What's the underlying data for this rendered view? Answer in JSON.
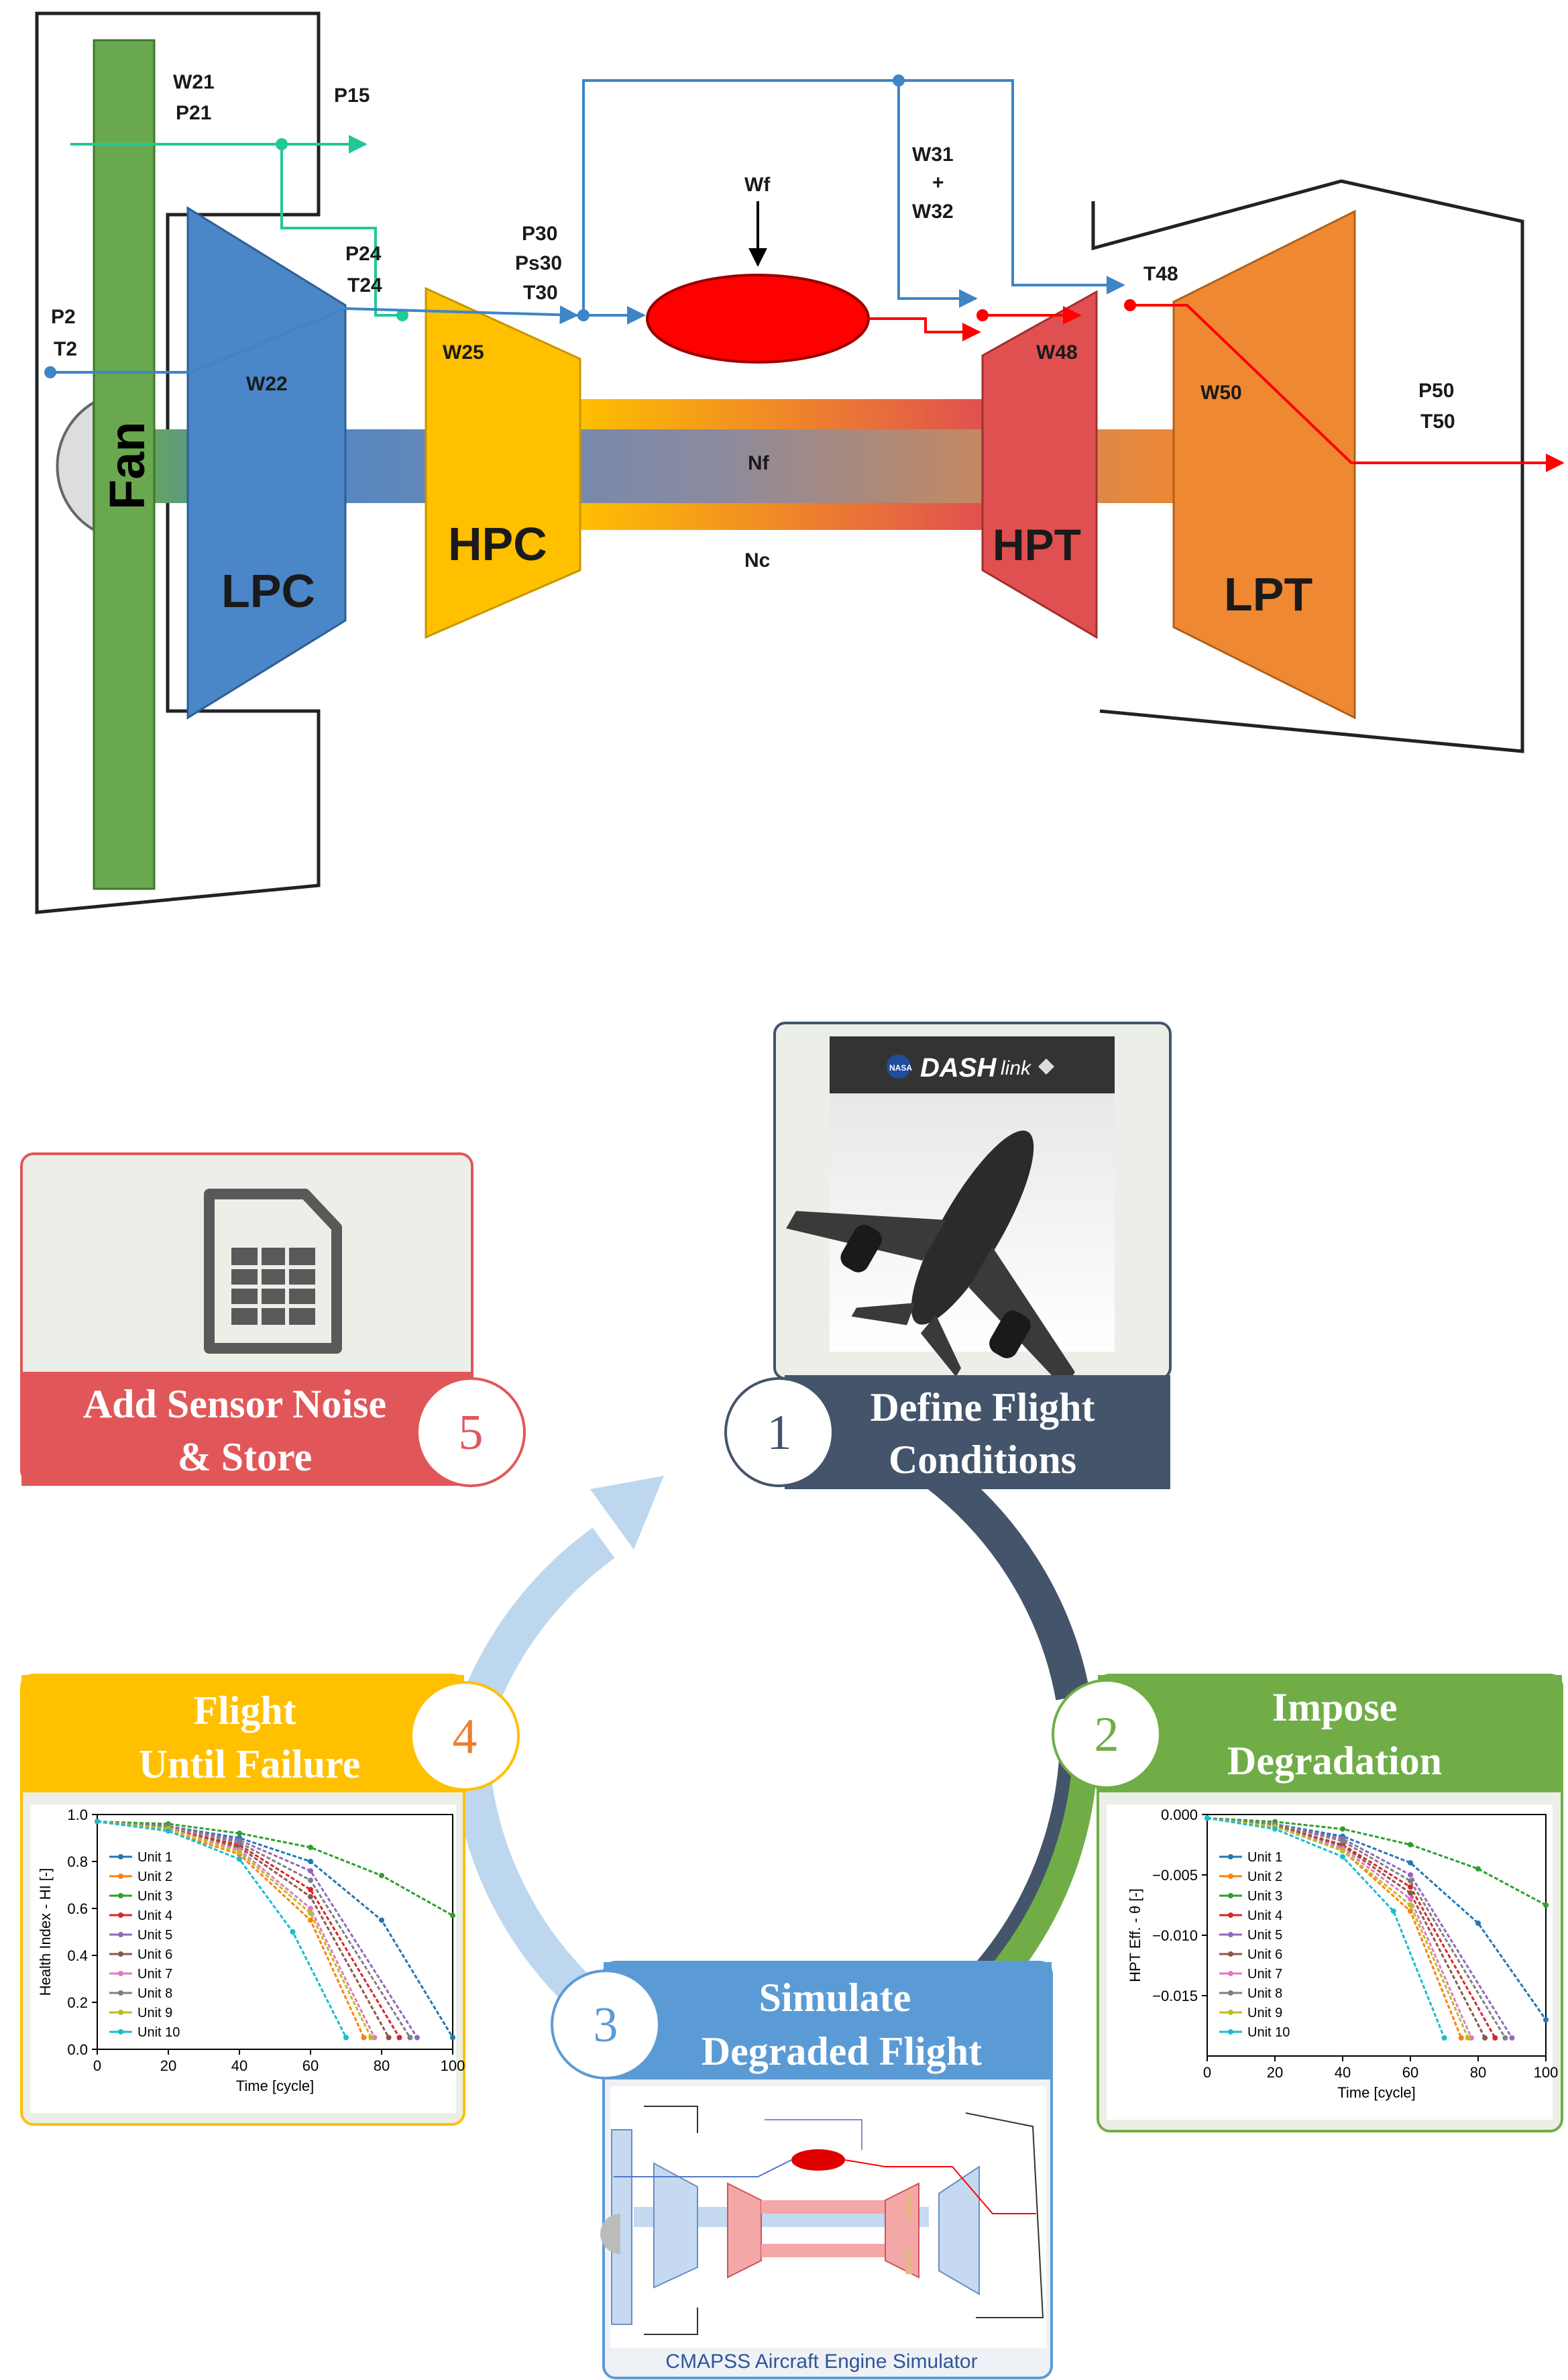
{
  "engine": {
    "components": {
      "fan": "Fan",
      "lpc": "LPC",
      "hpc": "HPC",
      "hpt": "HPT",
      "lpt": "LPT"
    },
    "stations": {
      "w21": "W21",
      "p21": "P21",
      "p15": "P15",
      "p2": "P2",
      "t2": "T2",
      "w22": "W22",
      "p24": "P24",
      "t24": "T24",
      "w25": "W25",
      "p30": "P30",
      "ps30": "Ps30",
      "t30": "T30",
      "wf": "Wf",
      "w31": "W31",
      "plus": "+",
      "w32": "W32",
      "t48": "T48",
      "w48": "W48",
      "w50": "W50",
      "p50": "P50",
      "t50": "T50",
      "nf": "Nf",
      "nc": "Nc"
    },
    "colors": {
      "fan": "#6aa84f",
      "lpc": "#4a86c8",
      "hpc": "#ffc000",
      "hpt": "#e05050",
      "lpt": "#ee8833",
      "combustor": "#ff0000",
      "bleed_line": "#3d85c6",
      "inlet_line": "#20c997",
      "exhaust_line": "#ff0000"
    }
  },
  "cycle": {
    "steps": [
      {
        "number": "1",
        "title_line1": "Define Flight",
        "title_line2": "Conditions",
        "color": "#44546a"
      },
      {
        "number": "2",
        "title_line1": "Impose",
        "title_line2": "Degradation",
        "color": "#70ad47"
      },
      {
        "number": "3",
        "title_line1": "Simulate",
        "title_line2": "Degraded Flight",
        "color": "#5b9bd5"
      },
      {
        "number": "4",
        "title_line1": "Flight",
        "title_line2": "Until Failure",
        "color": "#ffc000"
      },
      {
        "number": "5",
        "title_line1": "Add Sensor Noise",
        "title_line2": "& Store",
        "color": "#e15759"
      }
    ],
    "dashlink": {
      "brand": "DASH",
      "suffix": "link",
      "agency": "NASA"
    },
    "simulator_caption": "CMAPSS Aircraft Engine Simulator",
    "spreadsheet_icon": "spreadsheet-icon",
    "airplane_image": "airplane-photo"
  },
  "chart_data": [
    {
      "type": "line",
      "xlabel": "Time [cycle]",
      "ylabel": "Health Index - HI [-]",
      "xlim": [
        0,
        100
      ],
      "ylim": [
        0,
        1.0
      ],
      "xticks": [
        "0",
        "20",
        "40",
        "60",
        "80",
        "100"
      ],
      "yticks": [
        "0.0",
        "0.2",
        "0.4",
        "0.6",
        "0.8",
        "1.0"
      ],
      "legend_position": "left",
      "series": [
        {
          "name": "Unit 1",
          "color": "#1f77b4",
          "values": [
            [
              0,
              0.97
            ],
            [
              20,
              0.95
            ],
            [
              40,
              0.9
            ],
            [
              60,
              0.8
            ],
            [
              80,
              0.55
            ],
            [
              100,
              0.05
            ]
          ]
        },
        {
          "name": "Unit 2",
          "color": "#ff7f0e",
          "values": [
            [
              0,
              0.97
            ],
            [
              20,
              0.93
            ],
            [
              40,
              0.83
            ],
            [
              60,
              0.55
            ],
            [
              75,
              0.05
            ]
          ]
        },
        {
          "name": "Unit 3",
          "color": "#2ca02c",
          "values": [
            [
              0,
              0.97
            ],
            [
              20,
              0.96
            ],
            [
              40,
              0.92
            ],
            [
              60,
              0.86
            ],
            [
              80,
              0.74
            ],
            [
              100,
              0.57
            ]
          ]
        },
        {
          "name": "Unit 4",
          "color": "#d62728",
          "values": [
            [
              0,
              0.97
            ],
            [
              20,
              0.94
            ],
            [
              40,
              0.87
            ],
            [
              60,
              0.68
            ],
            [
              85,
              0.05
            ]
          ]
        },
        {
          "name": "Unit 5",
          "color": "#9467bd",
          "values": [
            [
              0,
              0.97
            ],
            [
              20,
              0.95
            ],
            [
              40,
              0.89
            ],
            [
              60,
              0.76
            ],
            [
              90,
              0.05
            ]
          ]
        },
        {
          "name": "Unit 6",
          "color": "#8c564b",
          "values": [
            [
              0,
              0.97
            ],
            [
              20,
              0.94
            ],
            [
              40,
              0.86
            ],
            [
              60,
              0.65
            ],
            [
              82,
              0.05
            ]
          ]
        },
        {
          "name": "Unit 7",
          "color": "#e377c2",
          "values": [
            [
              0,
              0.97
            ],
            [
              20,
              0.94
            ],
            [
              40,
              0.85
            ],
            [
              60,
              0.6
            ],
            [
              78,
              0.05
            ]
          ]
        },
        {
          "name": "Unit 8",
          "color": "#7f7f7f",
          "values": [
            [
              0,
              0.97
            ],
            [
              20,
              0.95
            ],
            [
              40,
              0.88
            ],
            [
              60,
              0.72
            ],
            [
              88,
              0.05
            ]
          ]
        },
        {
          "name": "Unit 9",
          "color": "#bcbd22",
          "values": [
            [
              0,
              0.97
            ],
            [
              20,
              0.94
            ],
            [
              40,
              0.84
            ],
            [
              60,
              0.58
            ],
            [
              77,
              0.05
            ]
          ]
        },
        {
          "name": "Unit 10",
          "color": "#17becf",
          "values": [
            [
              0,
              0.97
            ],
            [
              20,
              0.93
            ],
            [
              40,
              0.81
            ],
            [
              55,
              0.5
            ],
            [
              70,
              0.05
            ]
          ]
        }
      ]
    },
    {
      "type": "line",
      "xlabel": "Time [cycle]",
      "ylabel": "HPT Eff. - θ [-]",
      "xlim": [
        0,
        100
      ],
      "ylim": [
        -0.02,
        0.0
      ],
      "xticks": [
        "0",
        "20",
        "40",
        "60",
        "80",
        "100"
      ],
      "yticks": [
        "0.000",
        "−0.005",
        "−0.010",
        "−0.015"
      ],
      "legend_position": "left",
      "series": [
        {
          "name": "Unit 1",
          "color": "#1f77b4",
          "values": [
            [
              0,
              -0.0003
            ],
            [
              20,
              -0.0008
            ],
            [
              40,
              -0.0018
            ],
            [
              60,
              -0.004
            ],
            [
              80,
              -0.009
            ],
            [
              100,
              -0.017
            ]
          ]
        },
        {
          "name": "Unit 2",
          "color": "#ff7f0e",
          "values": [
            [
              0,
              -0.0003
            ],
            [
              20,
              -0.001
            ],
            [
              40,
              -0.003
            ],
            [
              60,
              -0.008
            ],
            [
              75,
              -0.0185
            ]
          ]
        },
        {
          "name": "Unit 3",
          "color": "#2ca02c",
          "values": [
            [
              0,
              -0.0003
            ],
            [
              20,
              -0.0006
            ],
            [
              40,
              -0.0012
            ],
            [
              60,
              -0.0025
            ],
            [
              80,
              -0.0045
            ],
            [
              100,
              -0.0075
            ]
          ]
        },
        {
          "name": "Unit 4",
          "color": "#d62728",
          "values": [
            [
              0,
              -0.0003
            ],
            [
              20,
              -0.0009
            ],
            [
              40,
              -0.0025
            ],
            [
              60,
              -0.006
            ],
            [
              85,
              -0.0185
            ]
          ]
        },
        {
          "name": "Unit 5",
          "color": "#9467bd",
          "values": [
            [
              0,
              -0.0003
            ],
            [
              20,
              -0.0008
            ],
            [
              40,
              -0.002
            ],
            [
              60,
              -0.005
            ],
            [
              90,
              -0.0185
            ]
          ]
        },
        {
          "name": "Unit 6",
          "color": "#8c564b",
          "values": [
            [
              0,
              -0.0003
            ],
            [
              20,
              -0.0009
            ],
            [
              40,
              -0.0026
            ],
            [
              60,
              -0.0065
            ],
            [
              82,
              -0.0185
            ]
          ]
        },
        {
          "name": "Unit 7",
          "color": "#e377c2",
          "values": [
            [
              0,
              -0.0003
            ],
            [
              20,
              -0.001
            ],
            [
              40,
              -0.0028
            ],
            [
              60,
              -0.007
            ],
            [
              78,
              -0.0185
            ]
          ]
        },
        {
          "name": "Unit 8",
          "color": "#7f7f7f",
          "values": [
            [
              0,
              -0.0003
            ],
            [
              20,
              -0.0008
            ],
            [
              40,
              -0.0022
            ],
            [
              60,
              -0.0055
            ],
            [
              88,
              -0.0185
            ]
          ]
        },
        {
          "name": "Unit 9",
          "color": "#bcbd22",
          "values": [
            [
              0,
              -0.0003
            ],
            [
              20,
              -0.001
            ],
            [
              40,
              -0.003
            ],
            [
              60,
              -0.0075
            ],
            [
              77,
              -0.0185
            ]
          ]
        },
        {
          "name": "Unit 10",
          "color": "#17becf",
          "values": [
            [
              0,
              -0.0003
            ],
            [
              20,
              -0.0012
            ],
            [
              40,
              -0.0035
            ],
            [
              55,
              -0.008
            ],
            [
              70,
              -0.0185
            ]
          ]
        }
      ]
    }
  ]
}
